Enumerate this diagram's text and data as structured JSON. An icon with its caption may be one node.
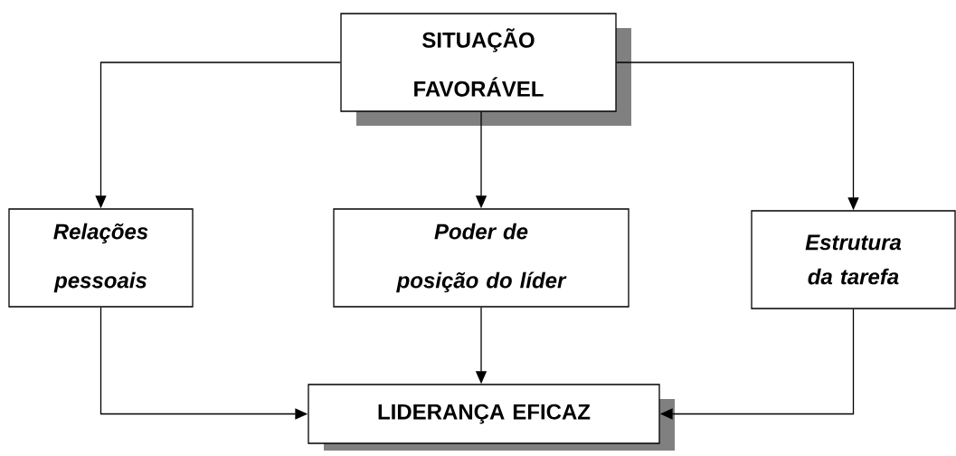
{
  "diagram": {
    "nodes": [
      {
        "text": [
          "SITUAÇÃO FAVORÁVEL"
        ]
      },
      {
        "text": [
          "Relações pessoais"
        ]
      },
      {
        "text": [
          "Poder de posição do líder"
        ]
      },
      {
        "text": [
          "Estrutura da tarefa"
        ]
      },
      {
        "text": [
          "LIDERANÇA EFICAZ"
        ]
      }
    ],
    "edges": [
      {
        "from": 0,
        "to": 1,
        "arrow": "to"
      },
      {
        "from": 0,
        "to": 2,
        "arrow": "to"
      },
      {
        "from": 0,
        "to": 3,
        "arrow": "to"
      },
      {
        "from": 1,
        "to": 4,
        "arrow": "to"
      },
      {
        "from": 2,
        "to": 4,
        "arrow": "to"
      },
      {
        "from": 3,
        "to": 4,
        "arrow": "to"
      }
    ]
  }
}
